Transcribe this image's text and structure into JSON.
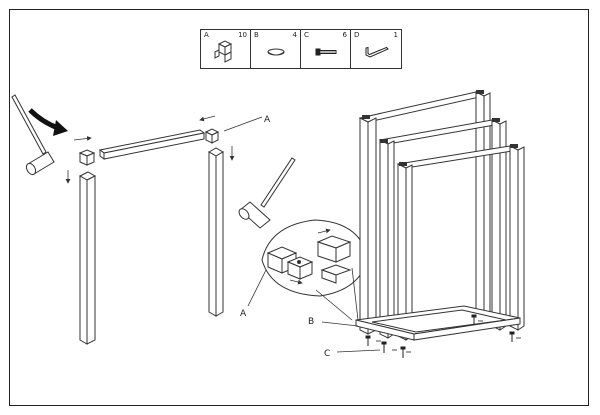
{
  "parts": [
    {
      "letter": "A",
      "qty": "10",
      "icon": "corner-connector-icon"
    },
    {
      "letter": "B",
      "qty": "4",
      "icon": "foot-cap-icon"
    },
    {
      "letter": "C",
      "qty": "6",
      "icon": "screw-icon"
    },
    {
      "letter": "D",
      "qty": "1",
      "icon": "allen-key-icon"
    }
  ],
  "callouts": {
    "top_a": "A",
    "left_a": "A",
    "b": "B",
    "c": "C"
  },
  "colors": {
    "line": "#333333",
    "arrow": "#111111"
  }
}
